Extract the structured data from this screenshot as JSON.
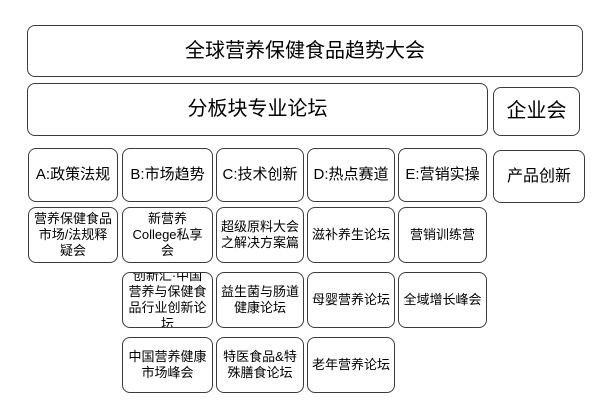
{
  "palette": {
    "background": "#ffffff",
    "box_fill": "#ffffff",
    "box_border": "#3b3b3b",
    "text": "#000000"
  },
  "chart": {
    "title": "全球营养保健食品趋势大会",
    "forum_band": "分板块专业论坛",
    "enterprise_band": "企业会",
    "tracks": [
      {
        "header": "A:政策法规",
        "items": [
          "营养保健食品市场/法规释疑会"
        ]
      },
      {
        "header": "B:市场趋势",
        "items": [
          "新营养College私享会",
          "创新汇·中国营养与保健食品行业创新论坛",
          "中国营养健康市场峰会"
        ]
      },
      {
        "header": "C:技术创新",
        "items": [
          "超级原料大会之解决方案篇",
          "益生菌与肠道健康论坛",
          "特医食品&特殊膳食论坛"
        ]
      },
      {
        "header": "D:热点赛道",
        "items": [
          "滋补养生论坛",
          "母婴营养论坛",
          "老年营养论坛"
        ]
      },
      {
        "header": "E:营销实操",
        "items": [
          "营销训练营",
          "全域增长峰会"
        ]
      },
      {
        "header": "产品创新",
        "items": []
      }
    ]
  }
}
